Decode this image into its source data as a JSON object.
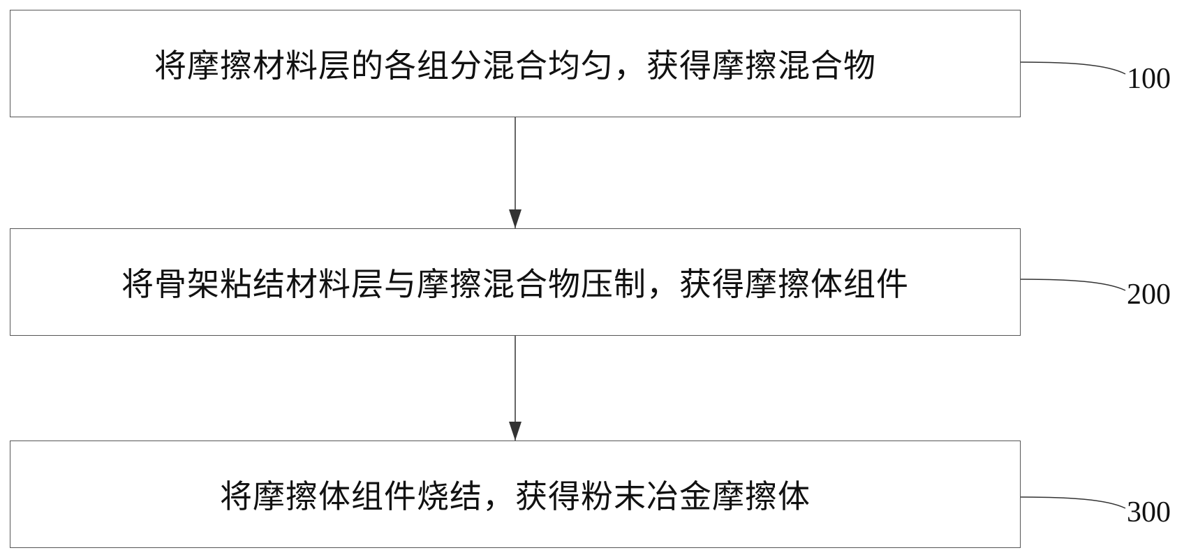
{
  "steps": [
    {
      "text": "将摩擦材料层的各组分混合均匀，获得摩擦混合物",
      "ref": "100"
    },
    {
      "text": "将骨架粘结材料层与摩擦混合物压制，获得摩擦体组件",
      "ref": "200"
    },
    {
      "text": "将摩擦体组件烧结，获得粉末冶金摩擦体",
      "ref": "300"
    }
  ]
}
